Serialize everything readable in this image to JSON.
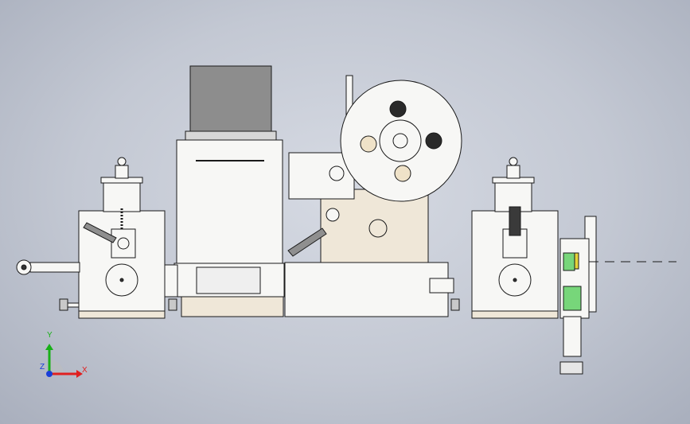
{
  "viewport": {
    "background_top": "#d6dae3",
    "background_bottom": "#a9afbd",
    "model_line_color": "#1a1a1a",
    "model_fill_color": "#f7f7f5",
    "base_fill_color": "#efe7d8",
    "hopper_fill_color": "#8d8d8d",
    "accent_green": "#77d67a",
    "accent_yellow": "#e6d33a"
  },
  "triad": {
    "x_label": "X",
    "y_label": "Y",
    "z_label": "Z",
    "x_color": "#e02020",
    "y_color": "#18b018",
    "z_color": "#1a3ed8"
  }
}
